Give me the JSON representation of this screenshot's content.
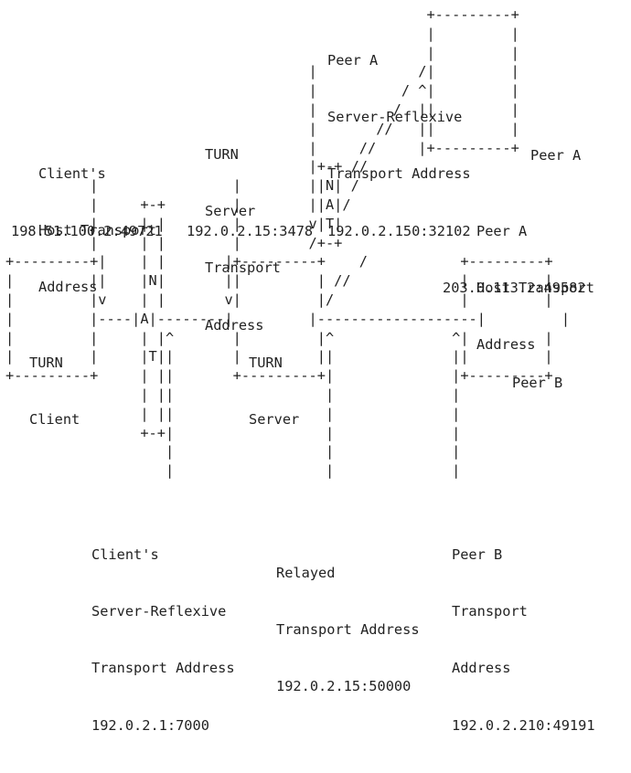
{
  "labels": {
    "peer_a_srflx": {
      "l1": "Peer A",
      "l2": "Server-Reflexive",
      "l3": "Transport Address",
      "addr": "192.0.2.150:32102"
    },
    "client_host": {
      "l1": "Client's",
      "l2": "Host Transport",
      "l3": "Address",
      "addr": "198.51.100.2:49721"
    },
    "turn_server_addr": {
      "l1": "TURN",
      "l2": "Server",
      "l3": "Transport",
      "l4": "Address",
      "addr": "192.0.2.15:3478"
    },
    "peer_a_host": {
      "l1": "Peer A",
      "l2": "Host Transport",
      "l3": "Address",
      "addr": "203.0.113.2:49582"
    },
    "client_srflx": {
      "l1": "Client's",
      "l2": "Server-Reflexive",
      "l3": "Transport Address",
      "addr": "192.0.2.1:7000"
    },
    "relayed": {
      "l1": "Relayed",
      "l2": "Transport Address",
      "addr": "192.0.2.15:50000"
    },
    "peer_b_addr": {
      "l1": "Peer B",
      "l2": "Transport",
      "l3": "Address",
      "addr": "192.0.2.210:49191"
    }
  },
  "boxes": {
    "turn_client": {
      "line1": "TURN",
      "line2": "Client"
    },
    "turn_server": {
      "line1": "TURN",
      "line2": "Server"
    },
    "peer_a": "Peer A",
    "peer_b": "Peer B"
  },
  "nat_letters": [
    "N",
    "A",
    "T"
  ]
}
